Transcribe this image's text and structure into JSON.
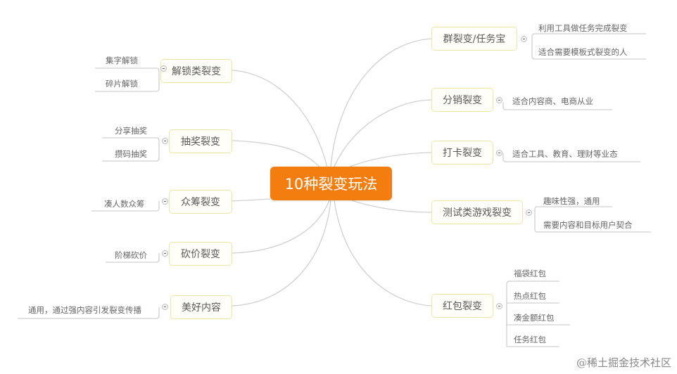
{
  "root": {
    "label": "10种裂变玩法",
    "color": "#f47d10"
  },
  "left_branches": [
    {
      "label": "解锁类裂变",
      "children": [
        "集字解锁",
        "碎片解锁"
      ]
    },
    {
      "label": "抽奖裂变",
      "children": [
        "分享抽奖",
        "攒码抽奖"
      ]
    },
    {
      "label": "众筹裂变",
      "children": [
        "凑人数众筹"
      ]
    },
    {
      "label": "砍价裂变",
      "children": [
        "阶梯砍价"
      ]
    },
    {
      "label": "美好内容",
      "children": [
        "通用，通过强内容引发裂变传播"
      ]
    }
  ],
  "right_branches": [
    {
      "label": "群裂变/任务宝",
      "children": [
        "利用工具做任务完成裂变",
        "适合需要模板式裂变的人"
      ]
    },
    {
      "label": "分销裂变",
      "children": [
        "适合内容商、电商从业"
      ]
    },
    {
      "label": "打卡裂变",
      "children": [
        "适合工具、教育、理财等业态"
      ]
    },
    {
      "label": "测试类游戏裂变",
      "children": [
        "趣味性强，通用",
        "需要内容和目标用户契合"
      ]
    },
    {
      "label": "红包裂变",
      "children": [
        "福袋红包",
        "热点红包",
        "凑金额红包",
        "任务红包"
      ]
    }
  ],
  "watermark": "@稀土掘金技术社区"
}
